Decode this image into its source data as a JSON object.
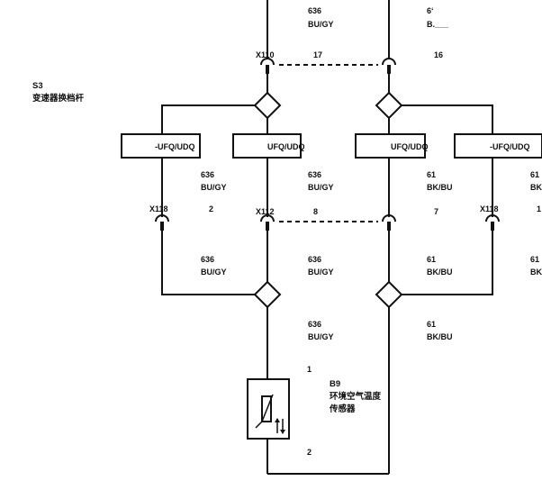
{
  "colors": {
    "line": "#111111",
    "background": "#ffffff"
  },
  "component_s3": {
    "id": "S3",
    "name": "变速器换档杆"
  },
  "component_b9": {
    "id": "B9",
    "name_line1": "环境空气温度",
    "name_line2": "传感器",
    "pin_top": "1",
    "pin_bottom": "2"
  },
  "top_labels": {
    "wire_a_num": "636",
    "wire_a_color": "BU/GY",
    "wire_b_num": "6‘",
    "wire_b_color": "B.___"
  },
  "connector_x110": {
    "label": "X110",
    "pin_a": "17",
    "pin_b": "16"
  },
  "module_boxes": [
    "-UFQ/UDQ",
    "UFQ/UDQ",
    "UFQ/UDQ",
    "-UFQ/UDQ"
  ],
  "mid_labels": {
    "w1_num": "636",
    "w1_color": "BU/GY",
    "w2_num": "636",
    "w2_color": "BU/GY",
    "w3_num": "61",
    "w3_color": "BK/BU",
    "w4_num": "61",
    "w4_color": "BK"
  },
  "connector_x118_left": {
    "label": "X118",
    "pin": "2"
  },
  "connector_x112": {
    "label": "X112",
    "pin_a": "8",
    "pin_b": "7"
  },
  "connector_x118_right": {
    "label": "X118",
    "pin": "1"
  },
  "lower_labels": {
    "w1_num": "636",
    "w1_color": "BU/GY",
    "w2_num": "636",
    "w2_color": "BU/GY",
    "w3_num": "61",
    "w3_color": "BK/BU",
    "w4_num": "61",
    "w4_color": "BK"
  },
  "bottom_labels": {
    "w1_num": "636",
    "w1_color": "BU/GY",
    "w2_num": "61",
    "w2_color": "BK/BU"
  }
}
